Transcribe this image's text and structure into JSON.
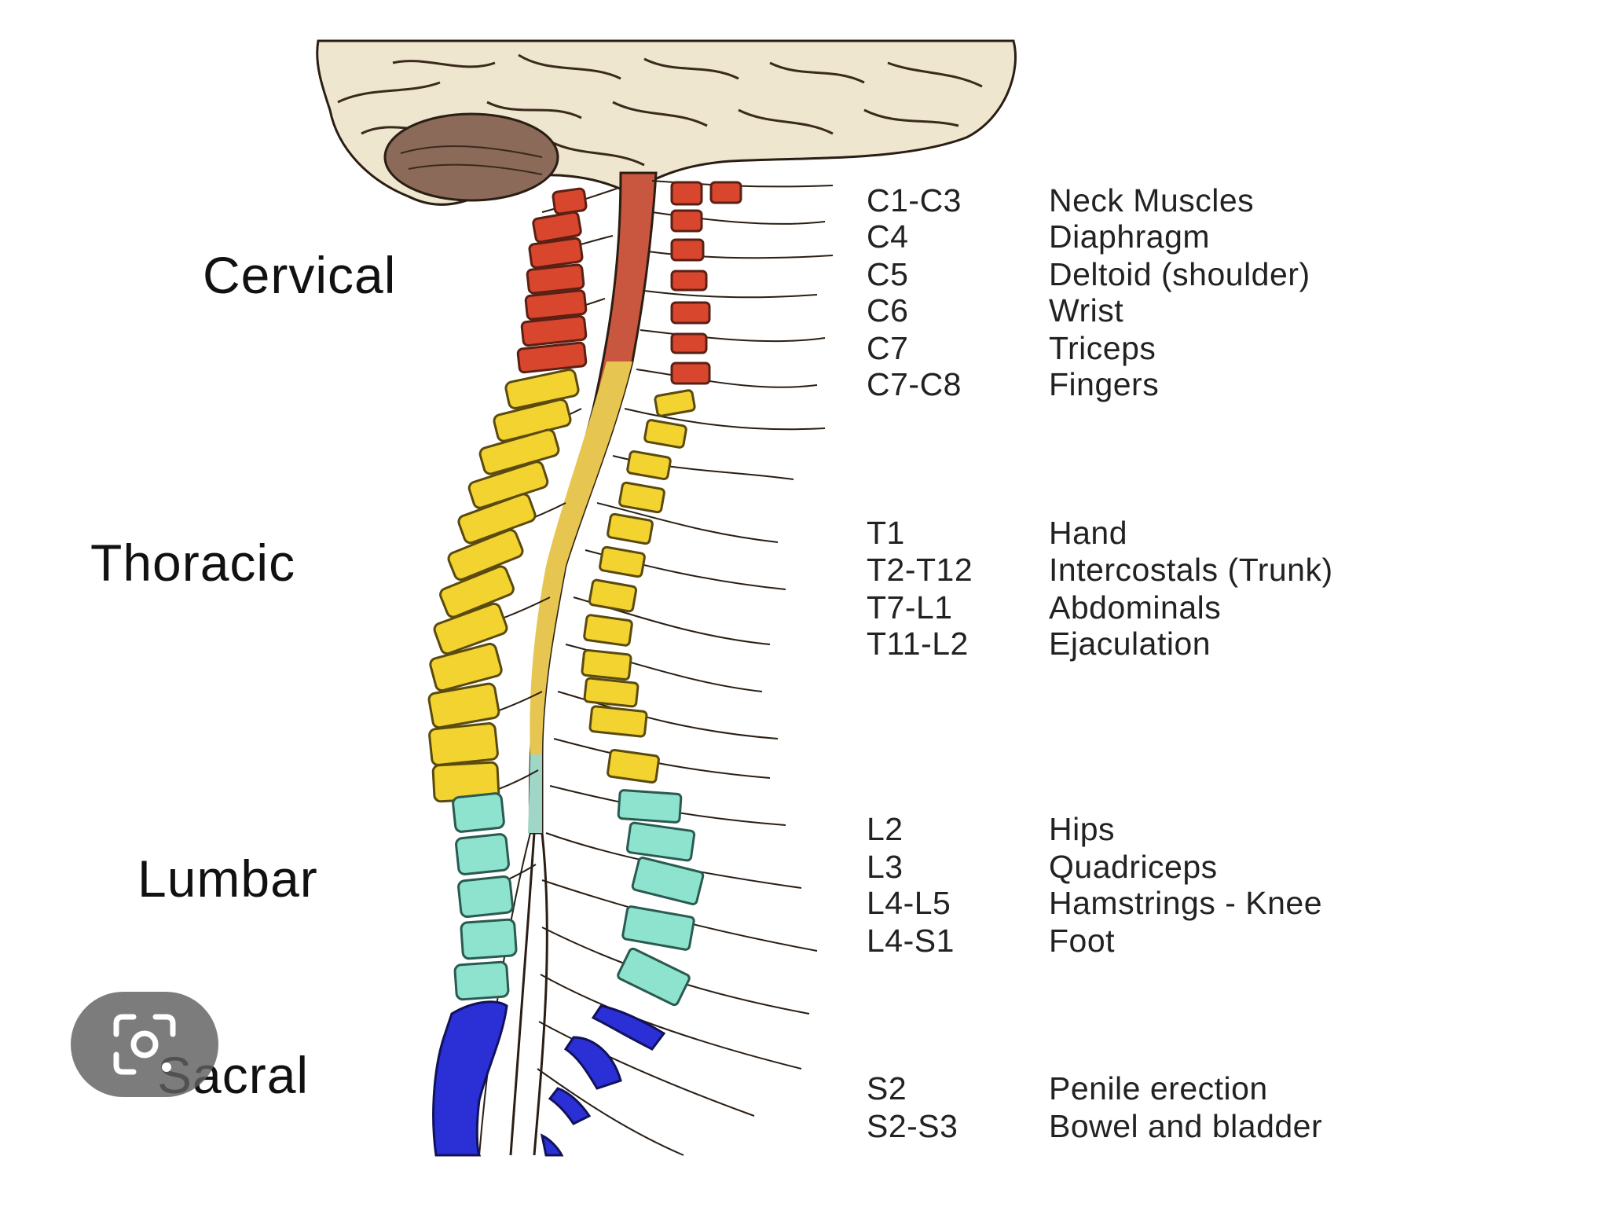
{
  "regions": {
    "cervical": "Cervical",
    "thoracic": "Thoracic",
    "lumbar": "Lumbar",
    "sacral": "Sacral"
  },
  "innervation": [
    {
      "level": "C1-C3",
      "function": "Neck Muscles"
    },
    {
      "level": "C4",
      "function": "Diaphragm"
    },
    {
      "level": "C5",
      "function": "Deltoid (shoulder)"
    },
    {
      "level": "C6",
      "function": "Wrist"
    },
    {
      "level": "C7",
      "function": "Triceps"
    },
    {
      "level": "C7-C8",
      "function": "Fingers"
    },
    {
      "level": "T1",
      "function": "Hand"
    },
    {
      "level": "T2-T12",
      "function": "Intercostals (Trunk)"
    },
    {
      "level": "T7-L1",
      "function": "Abdominals"
    },
    {
      "level": "T11-L2",
      "function": "Ejaculation"
    },
    {
      "level": "L2",
      "function": "Hips"
    },
    {
      "level": "L3",
      "function": "Quadriceps"
    },
    {
      "level": "L4-L5",
      "function": "Hamstrings - Knee"
    },
    {
      "level": "L4-S1",
      "function": "Foot"
    },
    {
      "level": "S2",
      "function": "Penile erection"
    },
    {
      "level": "S2-S3",
      "function": "Bowel and bladder"
    }
  ],
  "colors": {
    "cervical": "#d9462e",
    "thoracic": "#f2d330",
    "lumbar": "#8ee3cf",
    "sacral": "#2a2fd6",
    "brain": "#efe6cf",
    "outline": "#2a1e14"
  },
  "icons": {
    "lens": "image-search-lens-icon"
  }
}
